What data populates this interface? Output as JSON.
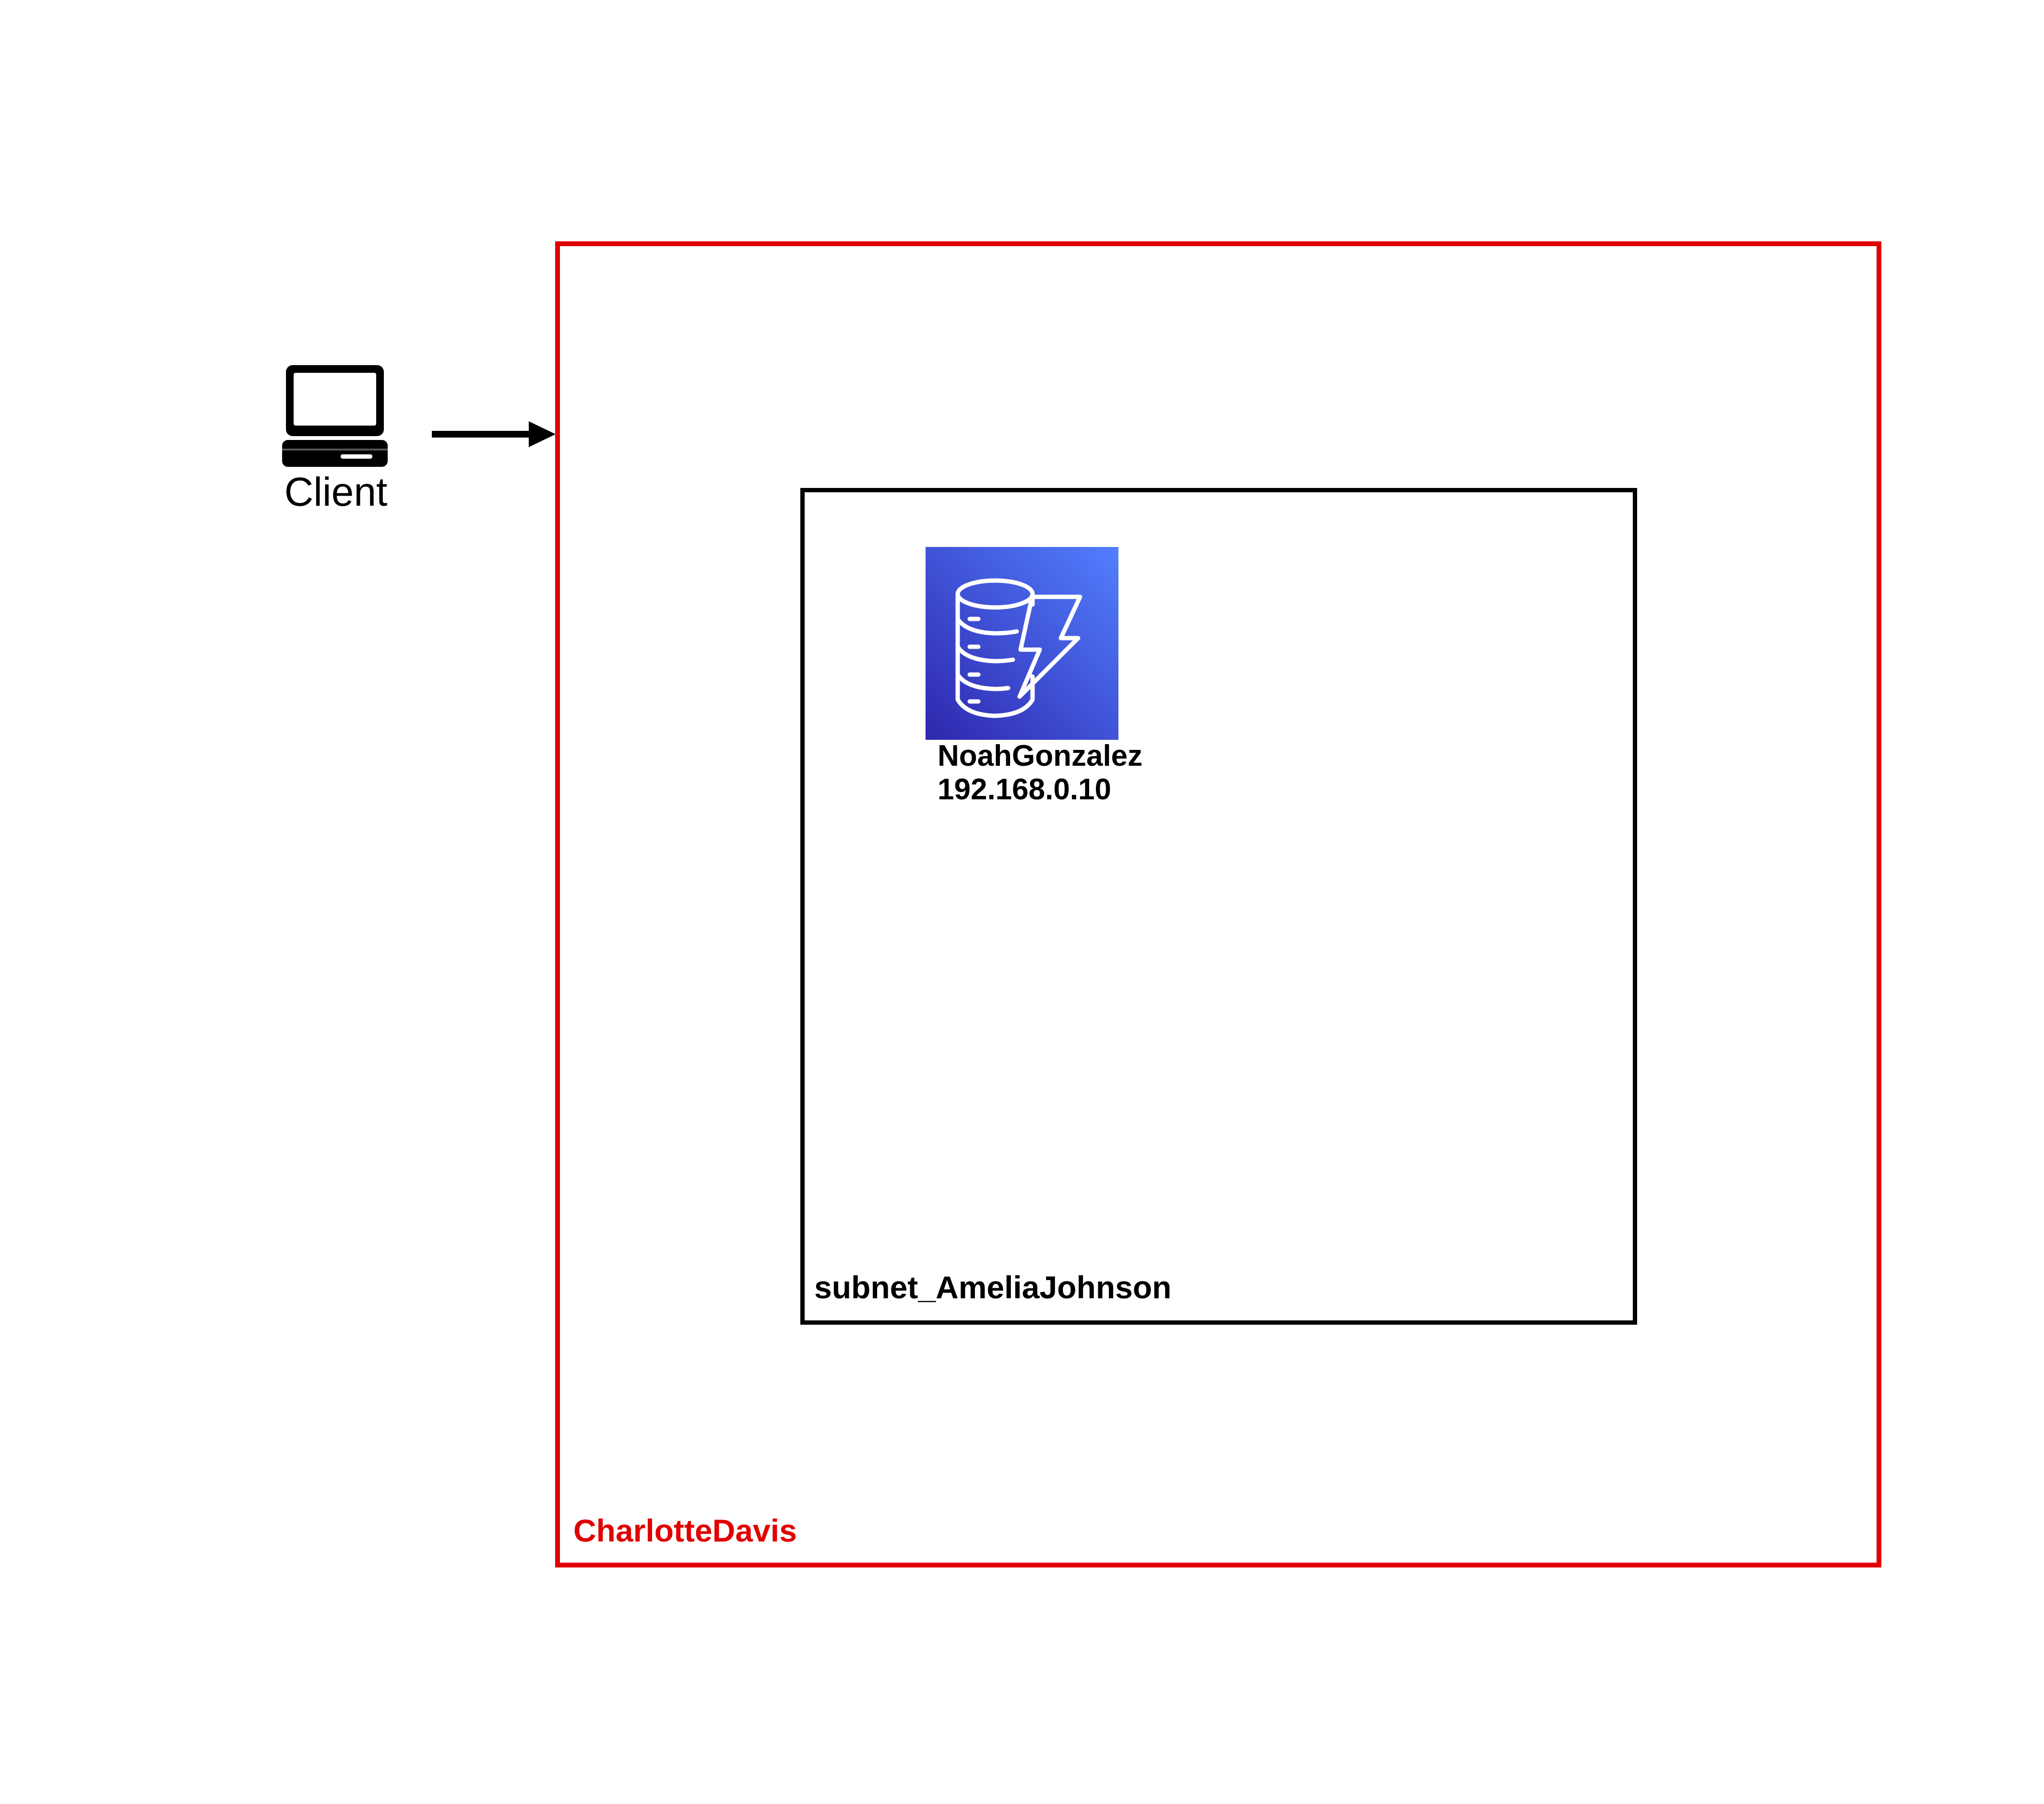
{
  "client": {
    "label": "Client",
    "icon": "laptop-icon"
  },
  "connection": {
    "icon": "arrow-right-icon",
    "color": "#000000"
  },
  "vpc": {
    "label": "CharlotteDavis",
    "color": "#e00000"
  },
  "subnet": {
    "label": "subnet_AmeliaJohnson",
    "color": "#000000"
  },
  "database": {
    "icon": "dynamodb-icon",
    "name": "NoahGonzalez",
    "ip": "192.168.0.10",
    "gradient_start": "#2e27ad",
    "gradient_end": "#527fff"
  }
}
